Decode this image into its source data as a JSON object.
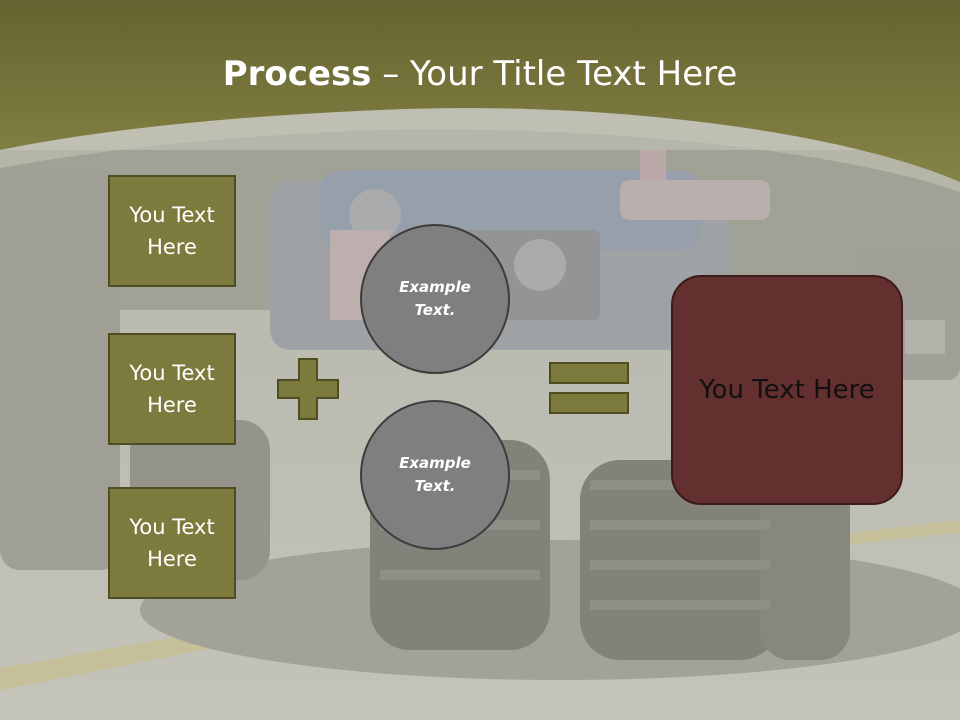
{
  "title": {
    "bold": "Process",
    "rest": " – Your Title Text Here"
  },
  "inputs": [
    {
      "label": "You Text Here"
    },
    {
      "label": "You Text Here"
    },
    {
      "label": "You Text Here"
    }
  ],
  "circles": [
    {
      "label": "Example Text."
    },
    {
      "label": "Example Text."
    }
  ],
  "result": {
    "label": "You Text Here"
  },
  "colors": {
    "header": "#7d7a3d",
    "box_fill": "#7d7a3d",
    "circle_fill": "#7f7f7f",
    "result_fill": "#642f2f"
  }
}
